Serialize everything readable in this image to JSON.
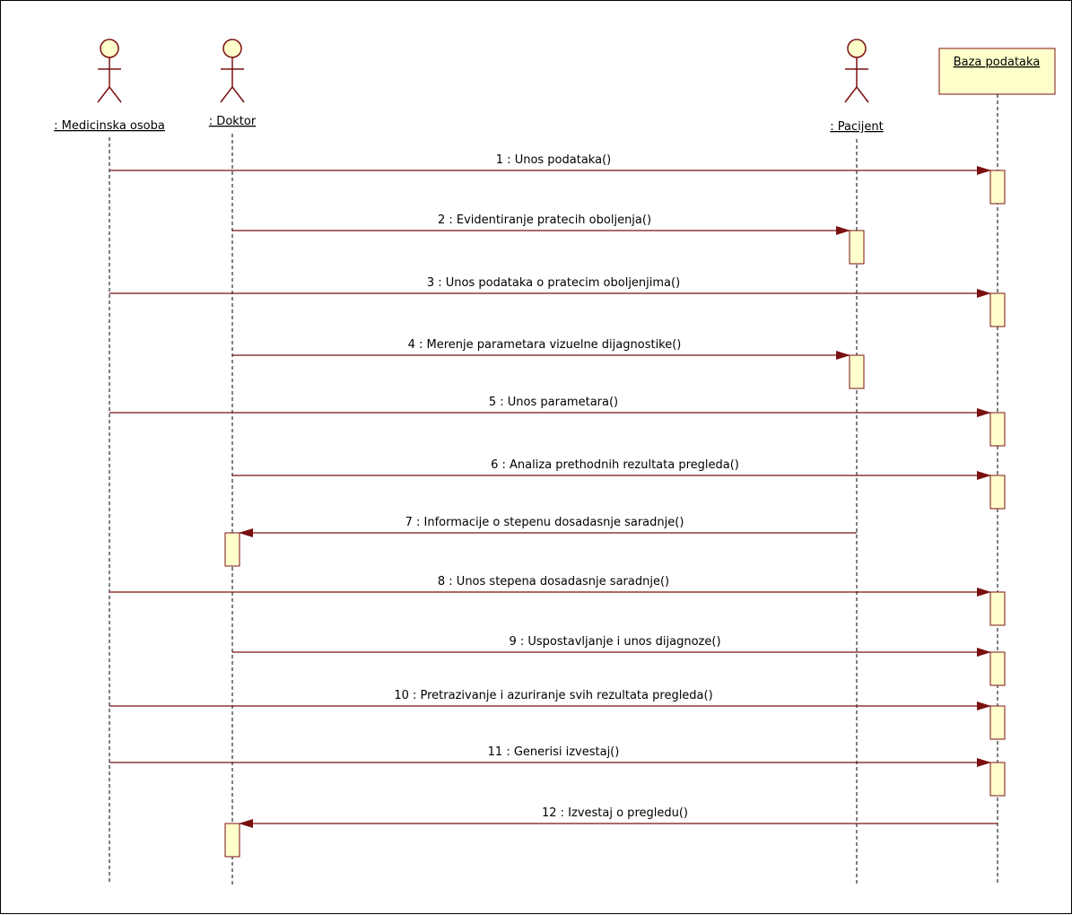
{
  "colors": {
    "line": "#7a1010",
    "actor_fill": "#ffffcc",
    "actor_stroke": "#7a1010",
    "activation_fill": "#ffffcc",
    "object_fill": "#ffffcc"
  },
  "participants": [
    {
      "id": "medicinska",
      "kind": "actor",
      "label": ": Medicinska osoba"
    },
    {
      "id": "doktor",
      "kind": "actor",
      "label": ": Doktor"
    },
    {
      "id": "pacijent",
      "kind": "actor",
      "label": ": Pacijent"
    },
    {
      "id": "baza",
      "kind": "object",
      "label": "Baza  podataka"
    }
  ],
  "messages": [
    {
      "label": "1 : Unos podataka()",
      "from": "medicinska",
      "to": "baza"
    },
    {
      "label": "2 : Evidentiranje pratecih oboljenja()",
      "from": "doktor",
      "to": "pacijent"
    },
    {
      "label": "3 : Unos podataka o pratecim oboljenjima()",
      "from": "medicinska",
      "to": "baza"
    },
    {
      "label": "4 : Merenje parametara vizuelne dijagnostike()",
      "from": "doktor",
      "to": "pacijent"
    },
    {
      "label": "5 : Unos parametara()",
      "from": "medicinska",
      "to": "baza"
    },
    {
      "label": "6 : Analiza prethodnih rezultata pregleda()",
      "from": "doktor",
      "to": "baza"
    },
    {
      "label": "7 : Informacije o stepenu dosadasnje saradnje()",
      "from": "pacijent",
      "to": "doktor"
    },
    {
      "label": "8 : Unos stepena dosadasnje saradnje()",
      "from": "medicinska",
      "to": "baza"
    },
    {
      "label": "9 : Uspostavljanje i unos dijagnoze()",
      "from": "doktor",
      "to": "baza"
    },
    {
      "label": "10 : Pretrazivanje i azuriranje svih rezultata pregleda()",
      "from": "medicinska",
      "to": "baza"
    },
    {
      "label": "11 : Generisi izvestaj()",
      "from": "medicinska",
      "to": "baza"
    },
    {
      "label": "12 : Izvestaj o pregledu()",
      "from": "baza",
      "to": "doktor"
    }
  ]
}
